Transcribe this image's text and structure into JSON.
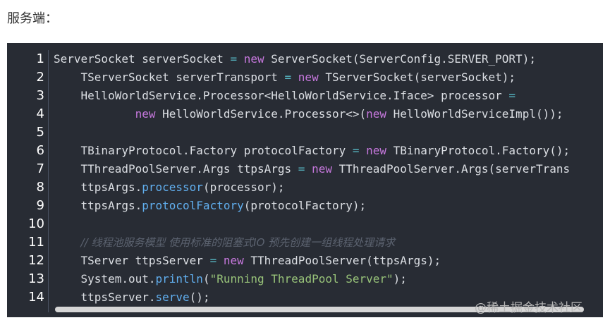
{
  "heading": "服务端：",
  "colors": {
    "background": "#282c34",
    "keyword": "#c678dd",
    "operator": "#56b6c2",
    "function": "#61afef",
    "string": "#98c379",
    "comment": "#5c6370",
    "text": "#dcdfe4"
  },
  "code": {
    "language": "java",
    "line_numbers": [
      "1",
      "2",
      "3",
      "4",
      "5",
      "6",
      "7",
      "8",
      "9",
      "10",
      "11",
      "12",
      "13",
      "14"
    ],
    "lines": [
      [
        {
          "t": "ServerSocket serverSocket "
        },
        {
          "t": "=",
          "c": "op"
        },
        {
          "t": " "
        },
        {
          "t": "new",
          "c": "kw"
        },
        {
          "t": " ServerSocket(ServerConfig.SERVER_PORT);"
        }
      ],
      [
        {
          "t": "    TServerSocket serverTransport "
        },
        {
          "t": "=",
          "c": "op"
        },
        {
          "t": " "
        },
        {
          "t": "new",
          "c": "kw"
        },
        {
          "t": " TServerSocket(serverSocket);"
        }
      ],
      [
        {
          "t": "    HelloWorldService.Processor<HelloWorldService.Iface> processor "
        },
        {
          "t": "=",
          "c": "op"
        }
      ],
      [
        {
          "t": "            "
        },
        {
          "t": "new",
          "c": "kw"
        },
        {
          "t": " HelloWorldService.Processor<>("
        },
        {
          "t": "new",
          "c": "kw"
        },
        {
          "t": " HelloWorldServiceImpl());"
        }
      ],
      [],
      [
        {
          "t": "    TBinaryProtocol.Factory protocolFactory "
        },
        {
          "t": "=",
          "c": "op"
        },
        {
          "t": " "
        },
        {
          "t": "new",
          "c": "kw"
        },
        {
          "t": " TBinaryProtocol.Factory();"
        }
      ],
      [
        {
          "t": "    TThreadPoolServer.Args ttpsArgs "
        },
        {
          "t": "=",
          "c": "op"
        },
        {
          "t": " "
        },
        {
          "t": "new",
          "c": "kw"
        },
        {
          "t": " TThreadPoolServer.Args(serverTrans"
        }
      ],
      [
        {
          "t": "    ttpsArgs."
        },
        {
          "t": "processor",
          "c": "fn"
        },
        {
          "t": "(processor);"
        }
      ],
      [
        {
          "t": "    ttpsArgs."
        },
        {
          "t": "protocolFactory",
          "c": "fn"
        },
        {
          "t": "(protocolFactory);"
        }
      ],
      [],
      [
        {
          "t": "    "
        },
        {
          "t": "// 线程池服务模型 使用标准的阻塞式IO 预先创建一组线程处理请求",
          "c": "cmt"
        }
      ],
      [
        {
          "t": "    TServer ttpsServer "
        },
        {
          "t": "=",
          "c": "op"
        },
        {
          "t": " "
        },
        {
          "t": "new",
          "c": "kw"
        },
        {
          "t": " TThreadPoolServer(ttpsArgs);"
        }
      ],
      [
        {
          "t": "    System.out."
        },
        {
          "t": "println",
          "c": "fn"
        },
        {
          "t": "("
        },
        {
          "t": "\"Running ThreadPool Server\"",
          "c": "str"
        },
        {
          "t": ");"
        }
      ],
      [
        {
          "t": "    ttpsServer."
        },
        {
          "t": "serve",
          "c": "fn"
        },
        {
          "t": "();"
        }
      ]
    ]
  },
  "watermark": "@稀土掘金技术社区"
}
